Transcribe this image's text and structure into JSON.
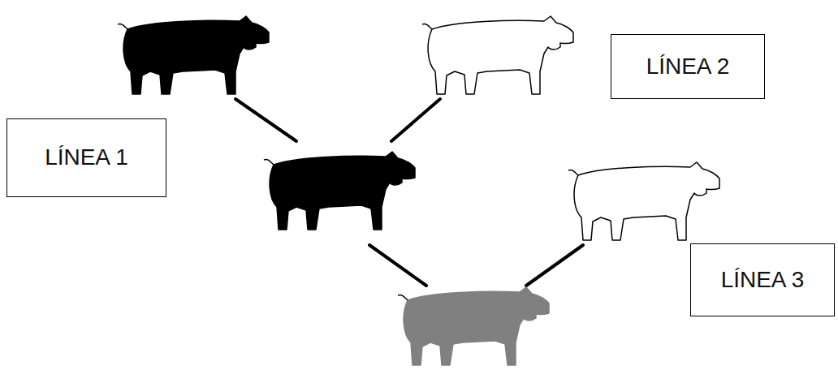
{
  "diagram": {
    "nodes": [
      {
        "text": [
          "LÍNEA 2"
        ]
      },
      {
        "text": [
          "LÍNEA 1"
        ]
      },
      {
        "text": [
          "LÍNEA 3"
        ]
      }
    ]
  }
}
